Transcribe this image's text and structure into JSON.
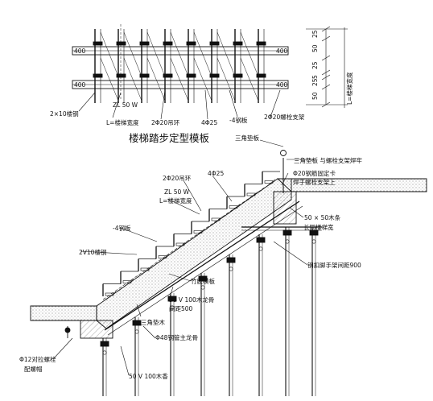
{
  "title": "楼梯踏步定型模板",
  "plan": {
    "end_code_left": "400",
    "end_code_right": "400",
    "dims_right": [
      "25",
      "50",
      "25",
      "5",
      "25",
      "50"
    ],
    "stair_width_label": "L=楼梯宽度",
    "labels": {
      "rebar": "2×10楼钢",
      "channel": "ZL 50 W",
      "width": "L=楼梯宽度",
      "hook": "2Φ20吊环",
      "bar": "4Φ25",
      "plate": "-4钢板",
      "bolt": "2Φ20螺栓支架"
    }
  },
  "section": {
    "labels": {
      "tri_pad_top": "三角垫板",
      "tri_weld": "三角垫板 与螺栓支架焊牢",
      "fix_card": "Φ20钢筋固定卡",
      "weld_bolt": "焊于螺栓支架上",
      "timber_strip": "50 × 50木条",
      "long_width": "长同楼梯宽",
      "hook": "2Φ20吊环",
      "bar": "4Φ25",
      "channel": "ZL 50 W",
      "width": "L=楼梯宽度",
      "plate": "-4钢板",
      "rebar": "2V10楼钢",
      "scaffold": "钢扣脚手架间距900",
      "bamboo": "竹胶模板",
      "joist": "50 V 100木龙骨",
      "spacing": "间距500",
      "tri_wood": "三角垫木",
      "pipe": "Φ48钢管主龙骨",
      "tie_bolt_1": "Φ12对拉螺栓",
      "tie_bolt_2": "配螺帽",
      "joist_bottom": "50 V 100木香"
    }
  }
}
